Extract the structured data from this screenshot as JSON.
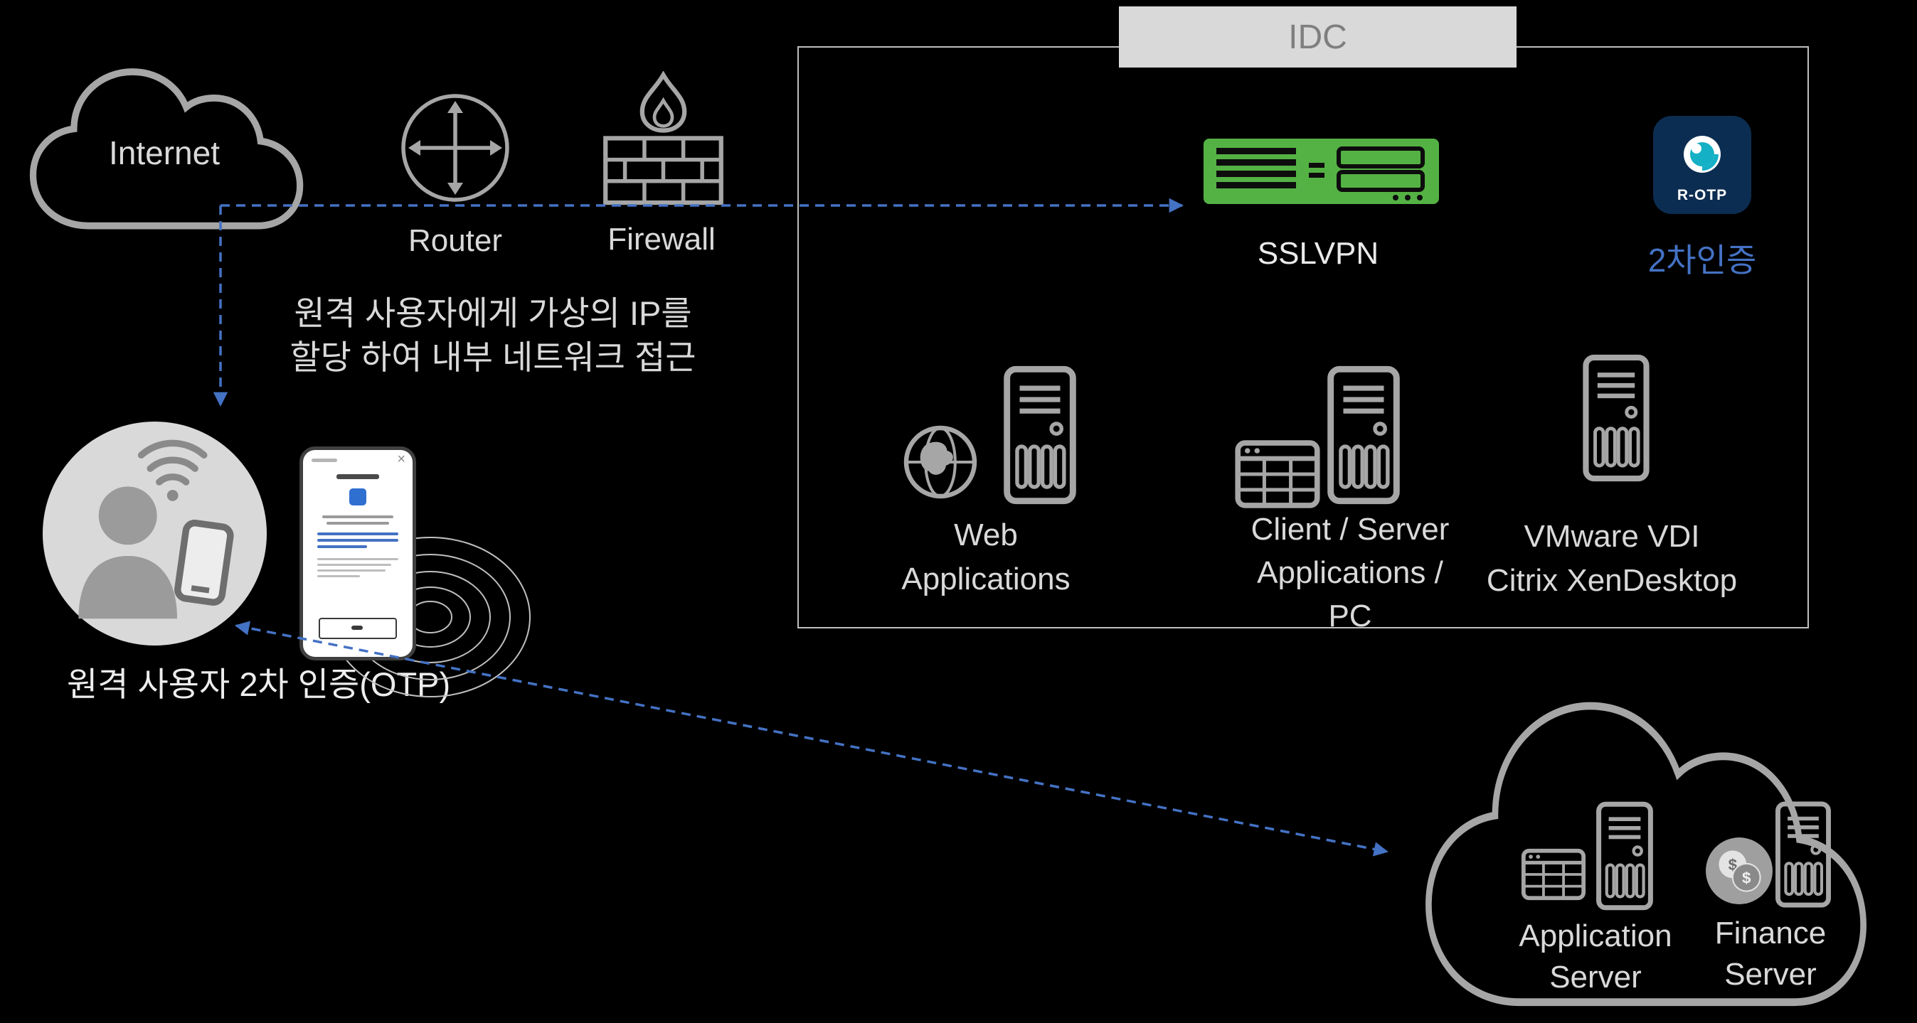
{
  "colors": {
    "background": "#000000",
    "line_gray": "#a6a6a6",
    "label_gray": "#d9d9d9",
    "accent_blue": "#4472c4",
    "vpn_green": "#54b244",
    "otp_navy": "#0c2d52",
    "otp_teal": "#14b0c6",
    "idc_tab_bg": "#d9d9d9"
  },
  "internet": {
    "label": "Internet"
  },
  "router": {
    "label": "Router"
  },
  "firewall": {
    "label": "Firewall"
  },
  "idc": {
    "title": "IDC",
    "sslvpn": {
      "label": "SSLVPN"
    },
    "otp": {
      "app_name": "R-OTP",
      "label": "2차인증"
    },
    "web": {
      "line1": "Web",
      "line2": "Applications"
    },
    "client": {
      "line1": "Client / Server",
      "line2": "Applications /",
      "line3": "PC"
    },
    "vdi": {
      "line1": "VMware VDI",
      "line2": "Citrix XenDesktop"
    }
  },
  "note": {
    "line1": "원격 사용자에게 가상의 IP를",
    "line2": "할당 하여 내부 네트워크 접근"
  },
  "remote_user": {
    "label": "원격 사용자 2차 인증(OTP)"
  },
  "phone": {
    "close_glyph": "×"
  },
  "cloud_servers": {
    "application": {
      "line1": "Application",
      "line2": "Server"
    },
    "finance": {
      "line1": "Finance",
      "line2": "Server",
      "coin_symbol": "$"
    }
  }
}
